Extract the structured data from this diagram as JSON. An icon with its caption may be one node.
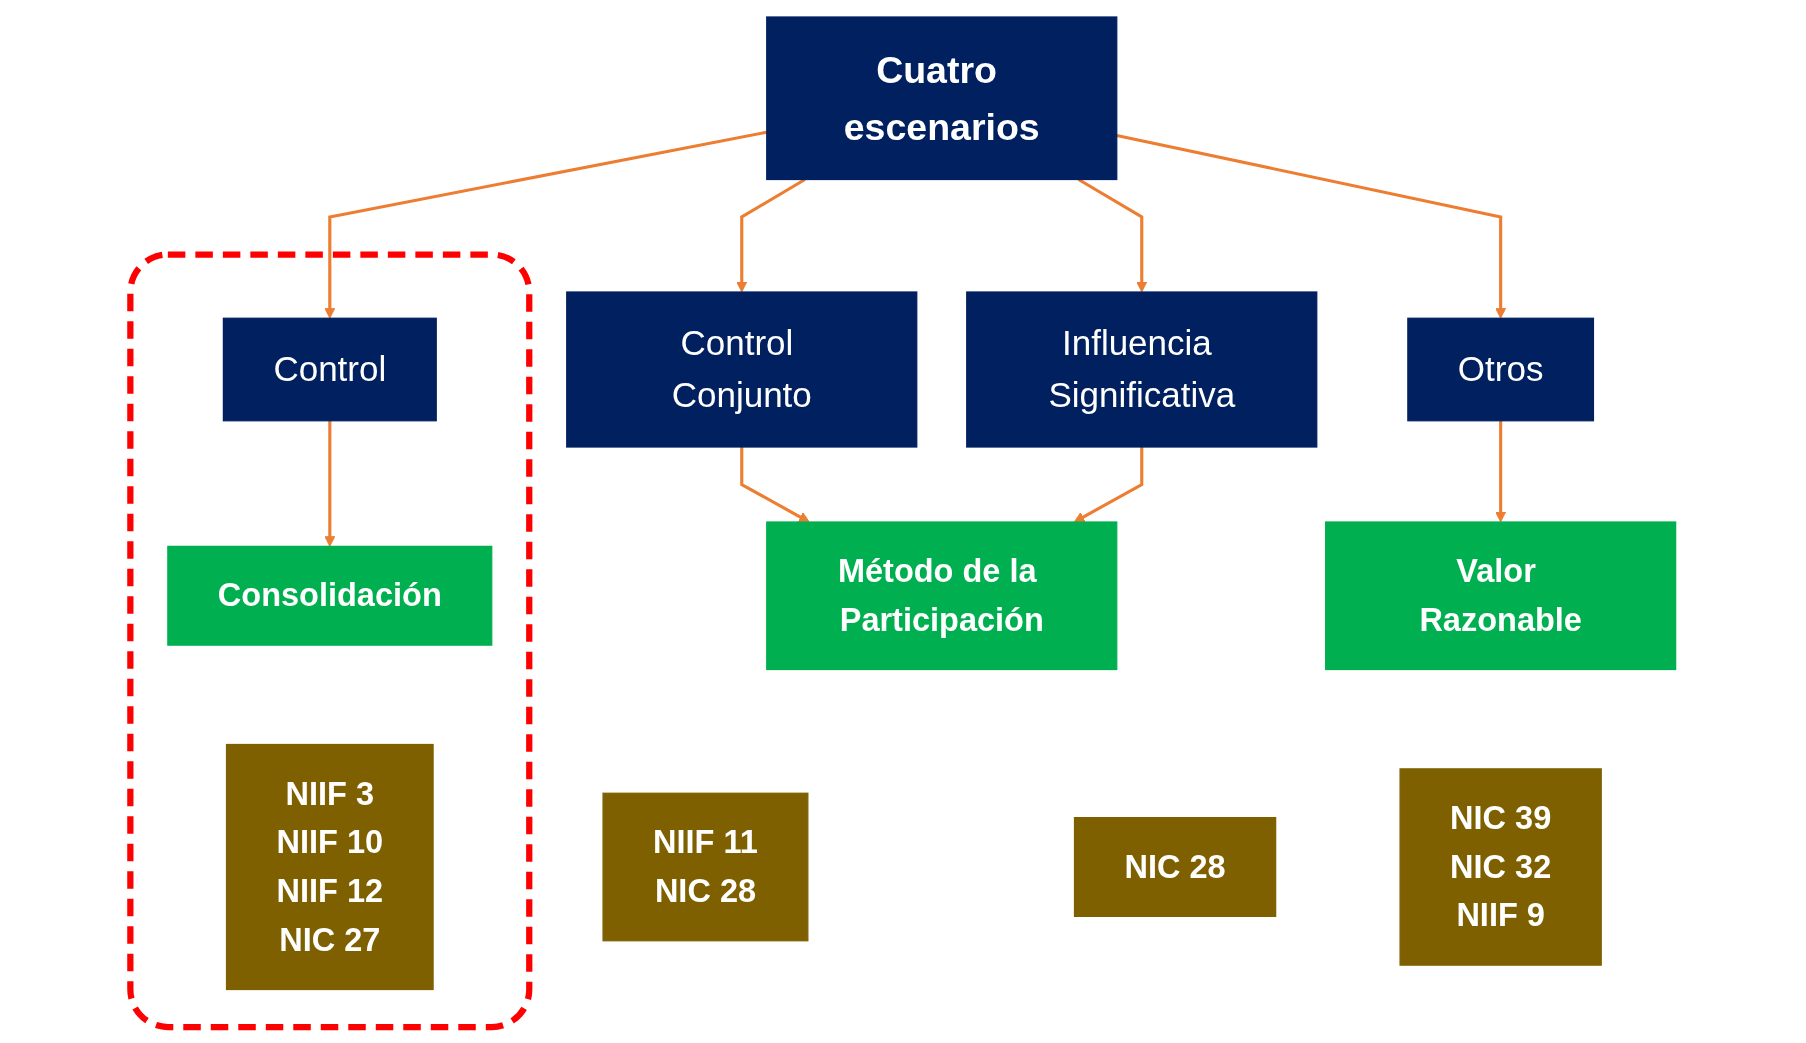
{
  "diagram": {
    "nodes": [
      {
        "text": [
          "Cuatro escenarios"
        ]
      },
      {
        "text": [],
        "shape": "box"
      },
      {
        "text": [
          "Control"
        ],
        "in": 1
      },
      {
        "text": [
          "Control Conjunto"
        ]
      },
      {
        "text": [
          "Influencia Significativa"
        ]
      },
      {
        "text": [
          "Otros"
        ]
      },
      {
        "text": [
          "Consolidación"
        ],
        "in": 1
      },
      {
        "text": [
          "Método de la Participación"
        ]
      },
      {
        "text": [
          "Valor Razonable"
        ]
      },
      {
        "text": [
          "NIIF 3",
          "NIIF 10",
          "NIIF 12",
          "NIC 27"
        ],
        "in": 1
      },
      {
        "text": [
          "NIIF 11",
          "NIC 28"
        ]
      },
      {
        "text": [
          "NIC 28"
        ]
      },
      {
        "text": [
          "NIC 39",
          "NIC 32",
          "NIIF 9"
        ]
      }
    ],
    "edges": [
      {
        "from": 0,
        "to": 2,
        "arrow": "to"
      },
      {
        "from": 0,
        "to": 3,
        "arrow": "to"
      },
      {
        "from": 0,
        "to": 4,
        "arrow": "to"
      },
      {
        "from": 0,
        "to": 5,
        "arrow": "to"
      },
      {
        "from": 2,
        "to": 6,
        "arrow": "to"
      },
      {
        "from": 3,
        "to": 7,
        "arrow": "to"
      },
      {
        "from": 4,
        "to": 7,
        "arrow": "to"
      },
      {
        "from": 5,
        "to": 8,
        "arrow": "to"
      }
    ]
  }
}
